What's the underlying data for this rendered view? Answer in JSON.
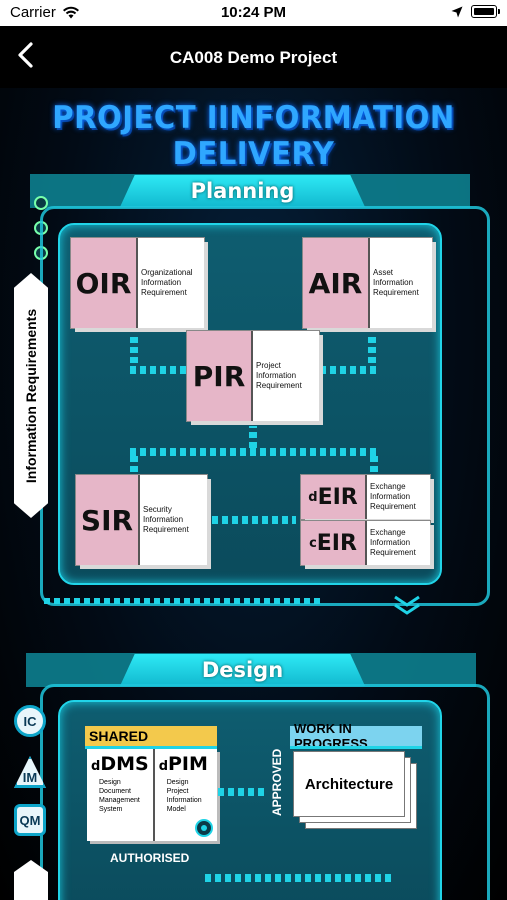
{
  "status_bar": {
    "carrier": "Carrier",
    "time": "10:24 PM"
  },
  "nav": {
    "title": "CA008 Demo Project"
  },
  "diagram": {
    "title": "PROJECT IINFORMATION DELIVERY",
    "side_tab": "Information Requirements",
    "planning": {
      "header": "Planning",
      "cards": {
        "oir": {
          "abbr": "OIR",
          "lines": [
            "Organizational",
            "Information",
            "Requirement"
          ]
        },
        "air": {
          "abbr": "AIR",
          "lines": [
            "Asset",
            "Information",
            "Requirement"
          ]
        },
        "pir": {
          "abbr": "PIR",
          "lines": [
            "Project",
            "Information",
            "Requirement"
          ]
        },
        "sir": {
          "abbr": "SIR",
          "lines": [
            "Security",
            "Information",
            "Requirement"
          ]
        },
        "deir": {
          "prefix": "d",
          "abbr": "EIR",
          "lines": [
            "Exchange",
            "Information",
            "Requirement"
          ]
        },
        "ceir": {
          "prefix": "c",
          "abbr": "EIR",
          "lines": [
            "Exchange",
            "Information",
            "Requirement"
          ]
        }
      }
    },
    "design": {
      "header": "Design",
      "badges": [
        "IC",
        "IM",
        "QM"
      ],
      "shared_label": "SHARED",
      "wip_label": "WORK IN PROGRESS",
      "approved_label": "APPROVED",
      "authorised_label": "AUTHORISED",
      "dms": {
        "prefix": "d",
        "abbr": "DMS",
        "lines": [
          "Design",
          "Document",
          "Management",
          "System"
        ]
      },
      "pim": {
        "prefix": "d",
        "abbr": "PIM",
        "lines": [
          "Design",
          "Project",
          "Information",
          "Model"
        ]
      },
      "wip_card": "Architecture"
    }
  },
  "colors": {
    "accent_cyan": "#21d4e8",
    "title_blue": "#2fa7ff",
    "card_pink": "#e6b6c8",
    "shared_yellow": "#f3c94c",
    "wip_blue": "#7cd3ef"
  }
}
